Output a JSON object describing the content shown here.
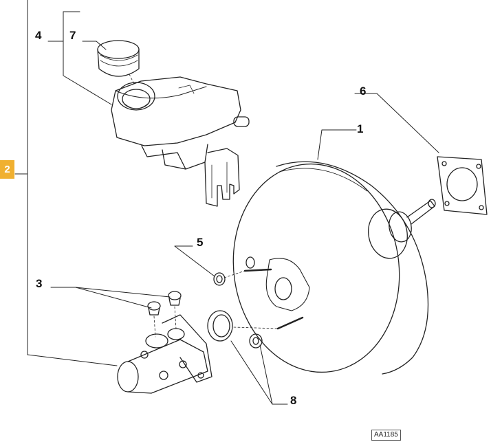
{
  "group_badge": "2",
  "reference_code": "AA1185",
  "callouts": {
    "c1": "1",
    "c3": "3",
    "c4": "4",
    "c5": "5",
    "c6": "6",
    "c7": "7",
    "c8": "8"
  },
  "parts": [
    {
      "ref": "1",
      "icon": "brake-booster-icon"
    },
    {
      "ref": "3",
      "icon": "grommet-pair-icon"
    },
    {
      "ref": "4",
      "icon": "fluid-reservoir-icon"
    },
    {
      "ref": "5",
      "icon": "nut-icon"
    },
    {
      "ref": "6",
      "icon": "gasket-icon"
    },
    {
      "ref": "7",
      "icon": "reservoir-cap-icon"
    },
    {
      "ref": "8",
      "icon": "seal-and-nut-icon"
    }
  ],
  "colors": {
    "badge": "#f0b030",
    "line": "#222222"
  }
}
